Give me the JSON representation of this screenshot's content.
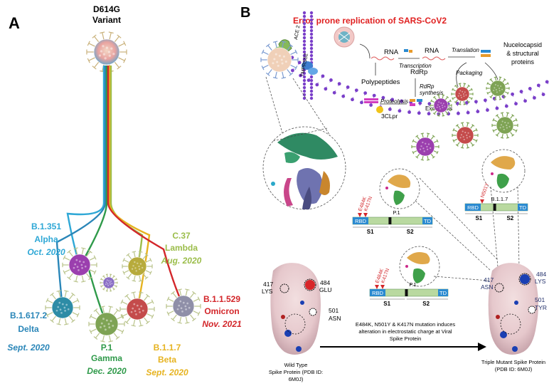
{
  "panel_a": {
    "letter": "A",
    "root": {
      "line1": "D614G",
      "line2": "Variant"
    },
    "variants": [
      {
        "key": "alpha",
        "name": "B.1.351",
        "greek": "Alpha",
        "date": "Oct. 2020",
        "color": "#2fa8d6",
        "body": "#9b3fae"
      },
      {
        "key": "lambda",
        "name": "C.37",
        "greek": "Lambda",
        "date": "Aug. 2020",
        "color": "#9bbd4a",
        "body": "#b7ab3c"
      },
      {
        "key": "delta",
        "name": "B.1.617.2",
        "greek": "Delta",
        "date": "Sept. 2020",
        "color": "#2a86b8",
        "body": "#2d8ca6"
      },
      {
        "key": "gamma",
        "name": "P.1",
        "greek": "Gamma",
        "date": "Dec. 2020",
        "color": "#2f9a4a",
        "body": "#7ea354"
      },
      {
        "key": "beta",
        "name": "B.1.1.7",
        "greek": "Beta",
        "date": "Sept. 2020",
        "color": "#e6b320",
        "body": "#c44b4b"
      },
      {
        "key": "omicron",
        "name": "B.1.1.529",
        "greek": "Omicron",
        "date": "Nov. 2021",
        "color": "#d3262a",
        "body": "#8f8fa8"
      }
    ]
  },
  "panel_b": {
    "letter": "B",
    "title": "Error prone replication of SARS-CoV2",
    "receptors": [
      "ACE 2",
      "TMPRSS2"
    ],
    "process": {
      "rna1": "RNA",
      "rna2": "RNA",
      "transcription": "Transcription",
      "translation": "Translation",
      "nucleocapsid": [
        "Nucelocapsid",
        "& structural",
        "proteins"
      ],
      "polypeptides": "Polypeptides",
      "rdrp": "RdRp",
      "rdrp_synthesis": [
        "RdRp",
        "synthesis"
      ],
      "proteolysis": "Proteolysis",
      "clpr": "3CLpr",
      "packaging": "Packaging",
      "exocytosis": "Exocytosis"
    },
    "p1_top": {
      "label": "P.1",
      "mut1": "E484K",
      "mut2": "K417N",
      "rbd": "RBD",
      "td": "TD",
      "s1": "S1",
      "s2": "S2"
    },
    "b117": {
      "label": "B.1.1.7",
      "mut": "N501Y",
      "rbd": "RBD",
      "td": "TD",
      "s1": "S1",
      "s2": "S2"
    },
    "p1_bottom": {
      "label": "P.1",
      "mut1": "E484K",
      "mut2": "K417N",
      "rbd": "RBD",
      "td": "TD",
      "s1": "S1",
      "s2": "S2"
    },
    "wild_type": {
      "res417": [
        "417",
        "LYS"
      ],
      "res484": [
        "484",
        "GLU"
      ],
      "res501": [
        "501",
        "ASN"
      ],
      "caption": [
        "Wild Type",
        "Spike Protein (PDB ID:",
        "6M0J)"
      ]
    },
    "mutant": {
      "res417": [
        "417",
        "ASN"
      ],
      "res484": [
        "484",
        "LYS"
      ],
      "res501": [
        "501",
        "TYR"
      ],
      "caption": [
        "Triple Mutant Spike Protein",
        "(PDB ID: 6M0J)"
      ]
    },
    "mutation_note": [
      "E484K, N501Y & K417N mutation induces",
      "alteration in electrostatic charge at Viral",
      "Spike Protein"
    ]
  },
  "colors": {
    "title_red": "#e02020",
    "membrane": "#7a3fc9",
    "navy": "#22306b",
    "bar_blue": "#2a8ad0",
    "bar_green": "#b9d9a0"
  }
}
